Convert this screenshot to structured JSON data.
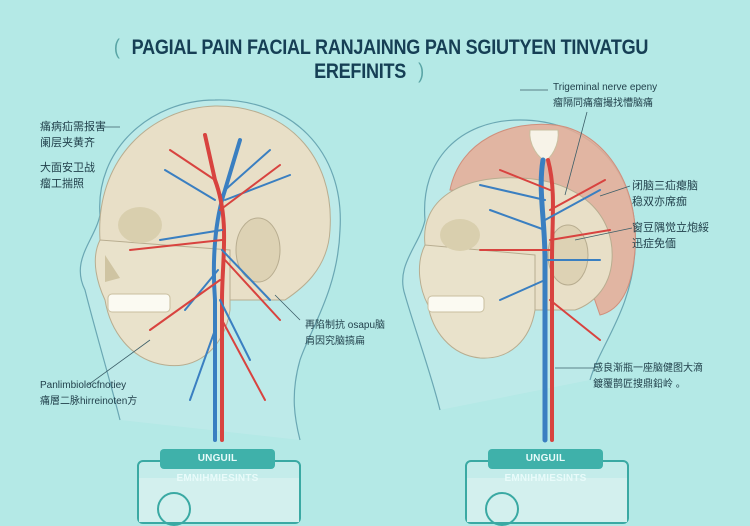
{
  "title": "PAGIAL PAIN FACIAL RANJAINNG PAN SGIUTYEN TINVATGU EREFINITS",
  "title_paren_open": "(",
  "title_paren_close": ")",
  "left_labels": [
    {
      "line1": "痛病疝需报害",
      "line2": "阑层夹黄齐"
    },
    {
      "line1": "大面安卫战",
      "line2": "瘤工揣照"
    },
    {
      "line1": "Panlimbiolocfnotiey",
      "line2": "痛層二脉hirreinoten方"
    },
    {
      "line1": "再陷制抗 osapu脑",
      "line2": "肩因究脑搞扁"
    }
  ],
  "right_labels": [
    {
      "line1": "Trigeminal nerve epeny",
      "line2": "瘤隔同痛瘤撮找懵脑痛"
    },
    {
      "line1": "闭脑三疝瘪脑",
      "line2": "稳双亦席痂"
    },
    {
      "line1": "窗豆隅觉立炮綏",
      "line2": "迅症免偭"
    },
    {
      "line1": "感良渐瓶一座脑健图大滴",
      "line2": "鍍覆鹊匠搜鼎鉛岭 。"
    }
  ],
  "cards": [
    {
      "label": "UNGUIL EMNIHMIESINTS"
    },
    {
      "label": "UNGUIL EMNIHMIESINTS"
    }
  ],
  "colors": {
    "background": "#b4e9e6",
    "artery": "#d8433f",
    "vein": "#3a7fc1",
    "accent": "#3fb1aa",
    "title": "#163f55"
  }
}
